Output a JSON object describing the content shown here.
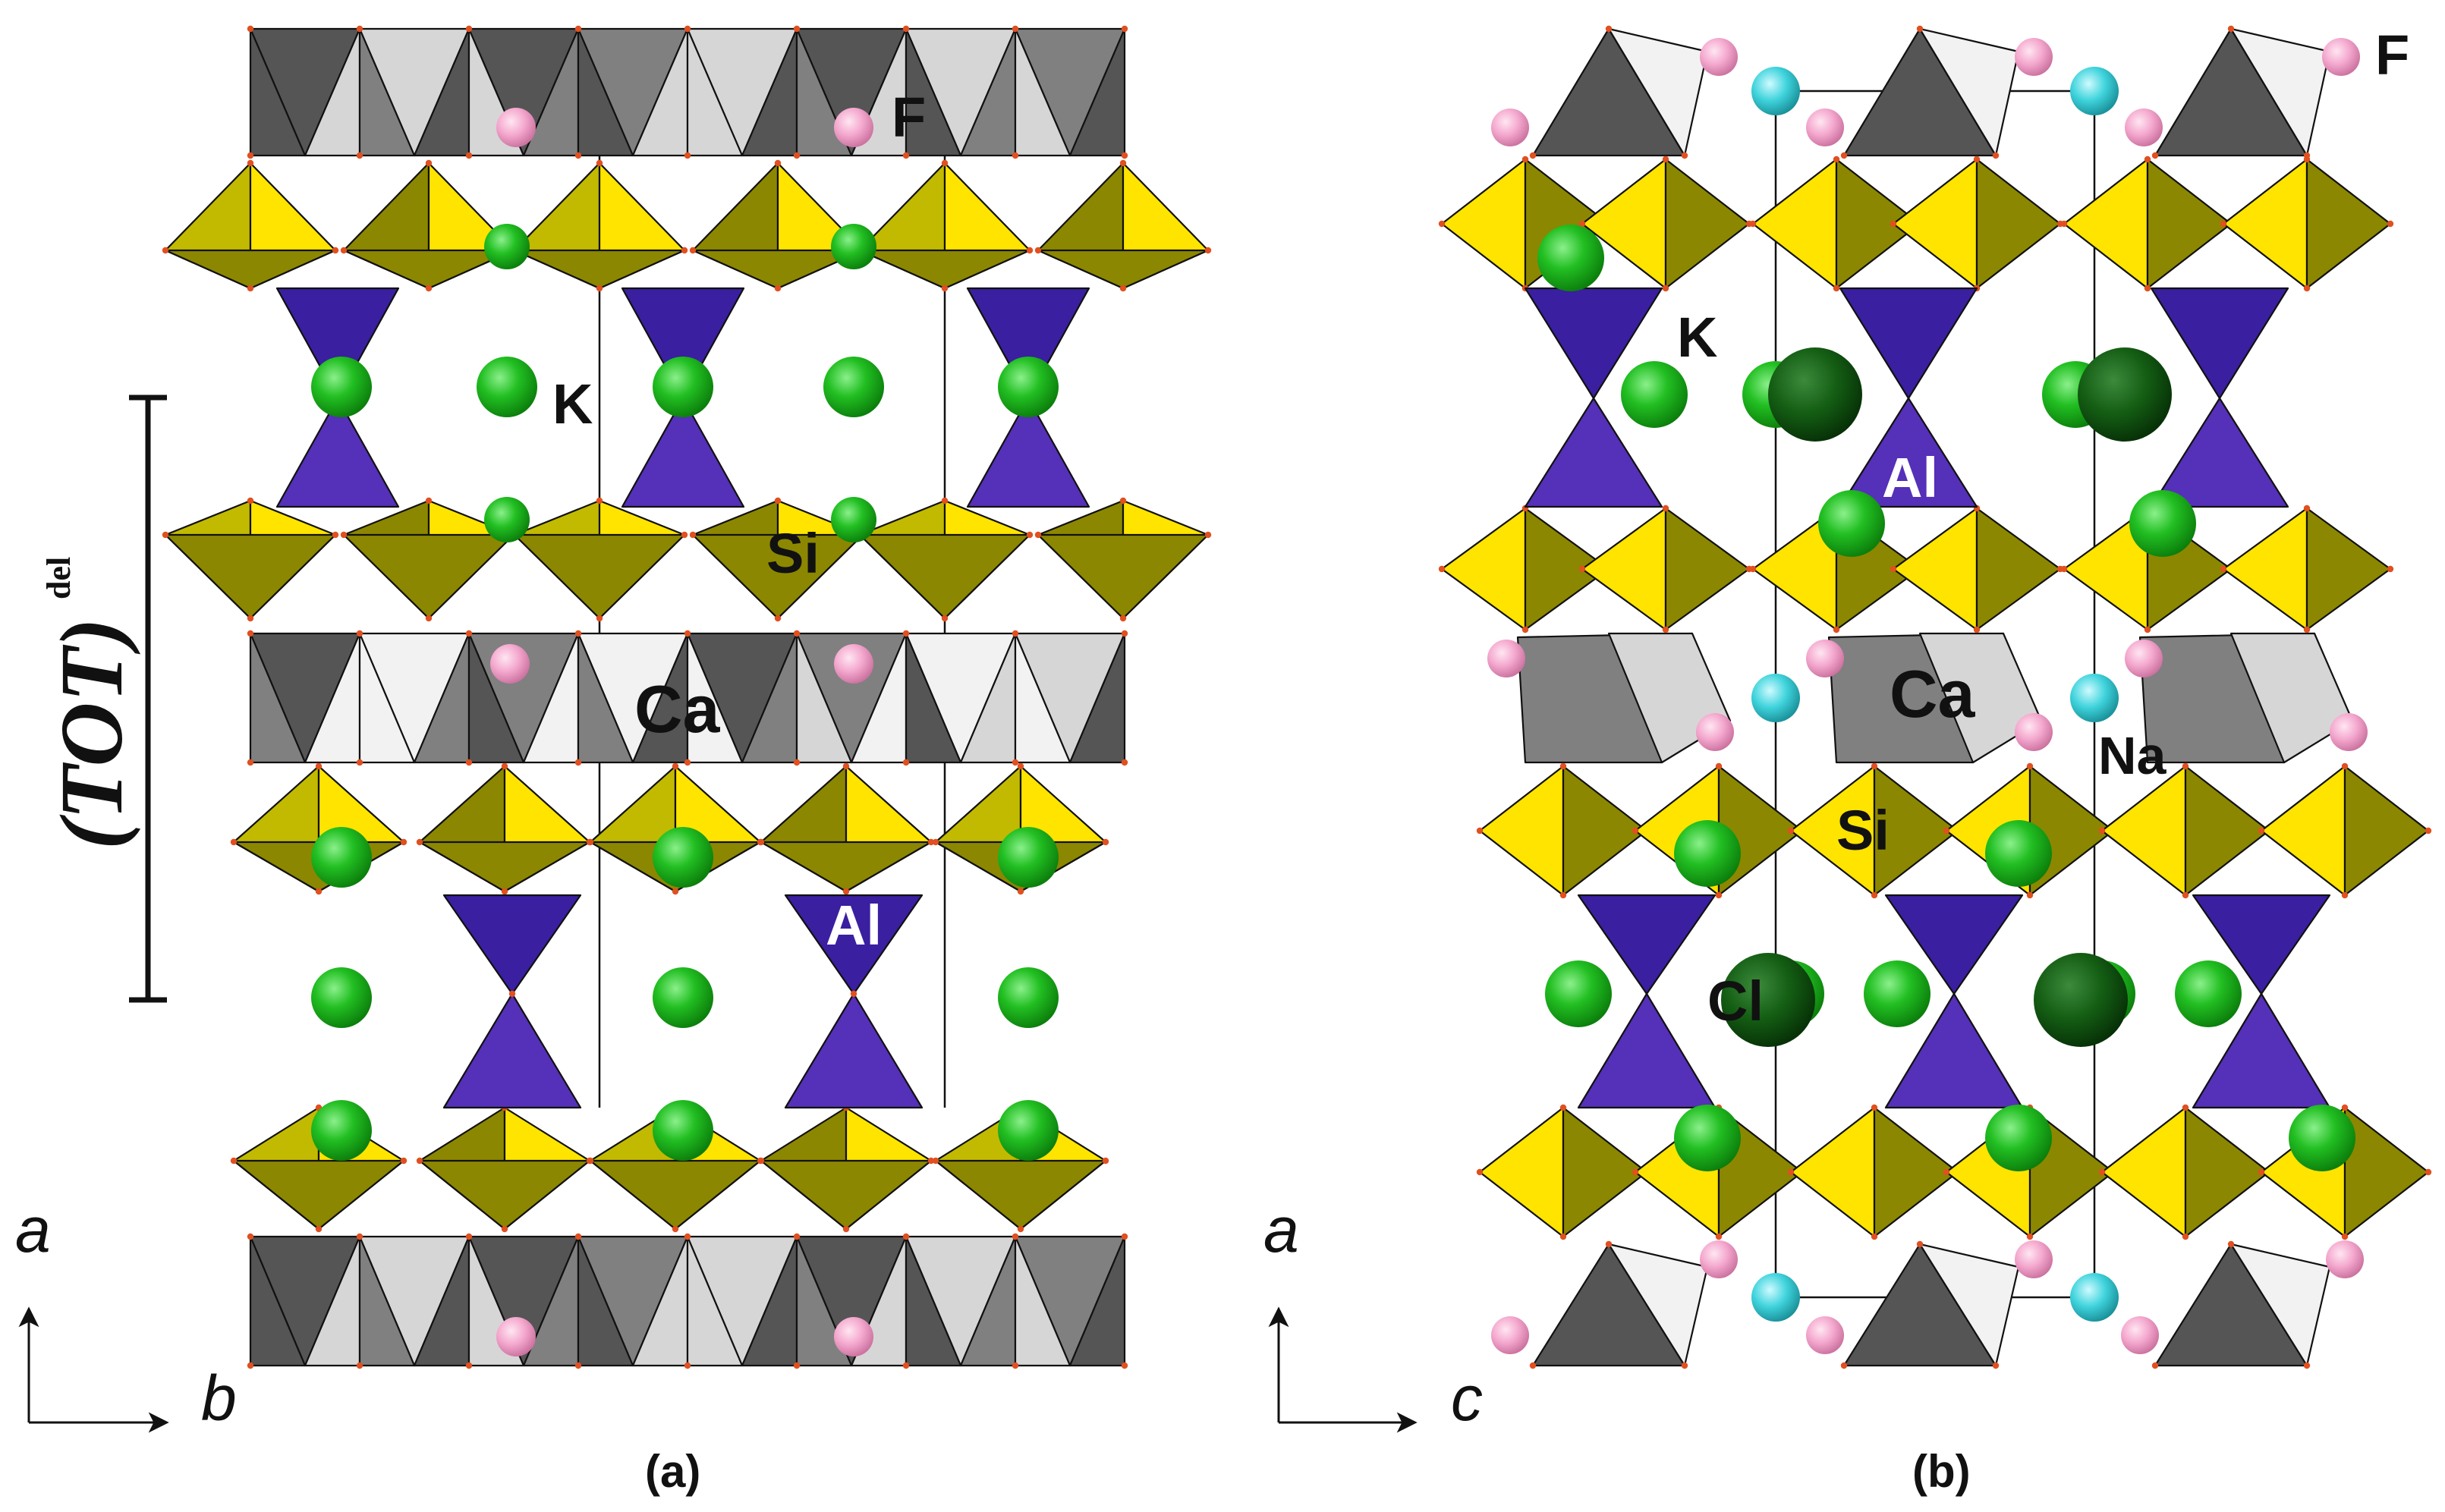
{
  "figure": {
    "colors": {
      "si_light": "#FFE400",
      "si_dark": "#8C8700",
      "si_mid": "#C2BA00",
      "al": "#3A1FA0",
      "al_light": "#5530B8",
      "ca_dark": "#555555",
      "ca_mid": "#808080",
      "ca_light": "#D6D6D6",
      "ca_white": "#F2F2F2",
      "k_green": "#1DB81D",
      "cl_dark": "#0F5A0F",
      "f_pink": "#F2A6CC",
      "na_cyan": "#3FD3DC",
      "edge": "#111111",
      "vertex": "#E05020"
    },
    "panel_a": {
      "caption": "(a)",
      "labels": {
        "f": "F",
        "k": "K",
        "si": "Si",
        "ca": "Ca",
        "al": "Al"
      },
      "axis": {
        "vertical": "a",
        "horizontal": "b"
      },
      "layer_bracket": {
        "main": "(TOT)",
        "superscript": "del"
      }
    },
    "panel_b": {
      "caption": "(b)",
      "labels": {
        "f": "F",
        "k": "K",
        "al": "Al",
        "ca": "Ca",
        "na": "Na",
        "si": "Si",
        "cl": "Cl"
      },
      "axis": {
        "vertical": "a",
        "horizontal": "c"
      }
    }
  }
}
